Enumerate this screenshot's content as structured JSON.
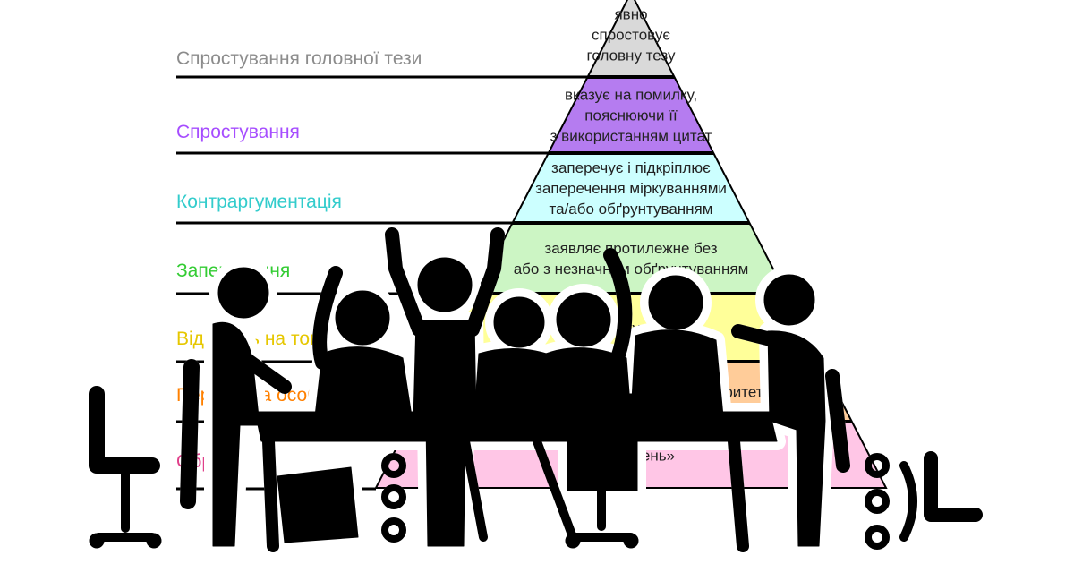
{
  "levels": [
    {
      "label": "Спростування головної тези",
      "label_color": "#8c8c8c",
      "fill": "#d9d9d9",
      "lines": [
        "явно",
        "спростовує",
        "головну тезу"
      ]
    },
    {
      "label": "Спростування",
      "label_color": "#a64dff",
      "fill": "#b57cf0",
      "lines": [
        "вказує на помилку,",
        "пояснюючи її",
        "з використанням цитат"
      ]
    },
    {
      "label": "Контраргументація",
      "label_color": "#33cccc",
      "fill": "#ccffff",
      "lines": [
        "заперечує і підкріплює",
        "заперечення міркуваннями",
        "та/або обґрунтуванням"
      ]
    },
    {
      "label": "Заперечення",
      "label_color": "#33cc33",
      "fill": "#ccf5c4",
      "lines": [
        "заявляє протилежне без",
        "або з незначним обґрунтуванням"
      ]
    },
    {
      "label": "Відповідь на тон",
      "label_color": "#e6c700",
      "fill": "#ffff99",
      "lines": [
        "критикує тон"
      ]
    },
    {
      "label": "Перехід на особистість",
      "label_color": "#ff8000",
      "fill": "#ffcc99",
      "lines": [
        "атакує характеристики або авторитет"
      ]
    },
    {
      "label": "Образи",
      "label_color": "#e0408a",
      "fill": "#ffc6e6",
      "lines": [
        "«Ти дурень»"
      ]
    }
  ],
  "colors": {
    "silhouette": "#000000",
    "halo": "#ffffff",
    "rule": "#000000"
  },
  "overlay": {
    "icon": "business-meeting-silhouette-icon"
  }
}
